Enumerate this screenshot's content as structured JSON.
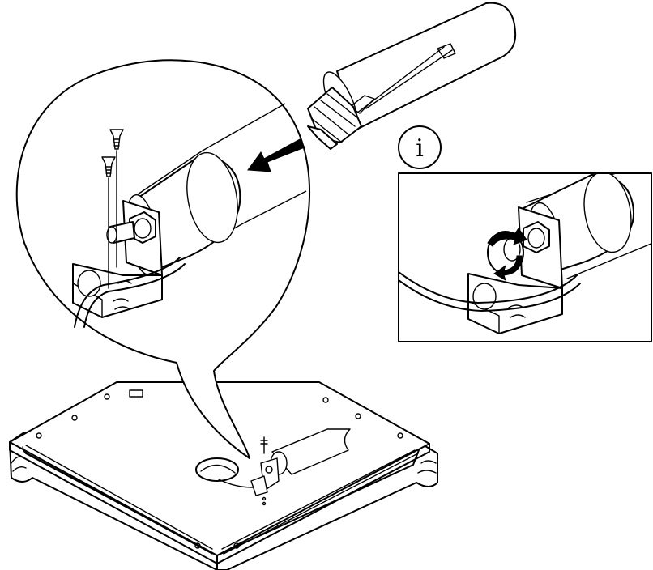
{
  "info_badge": {
    "letter": "i",
    "icon": "info-icon"
  },
  "icons": {
    "bulb": "light-bulb",
    "screw": "screw",
    "arrow": "insert-direction-arrow",
    "rotate": "rotate-arrow"
  }
}
